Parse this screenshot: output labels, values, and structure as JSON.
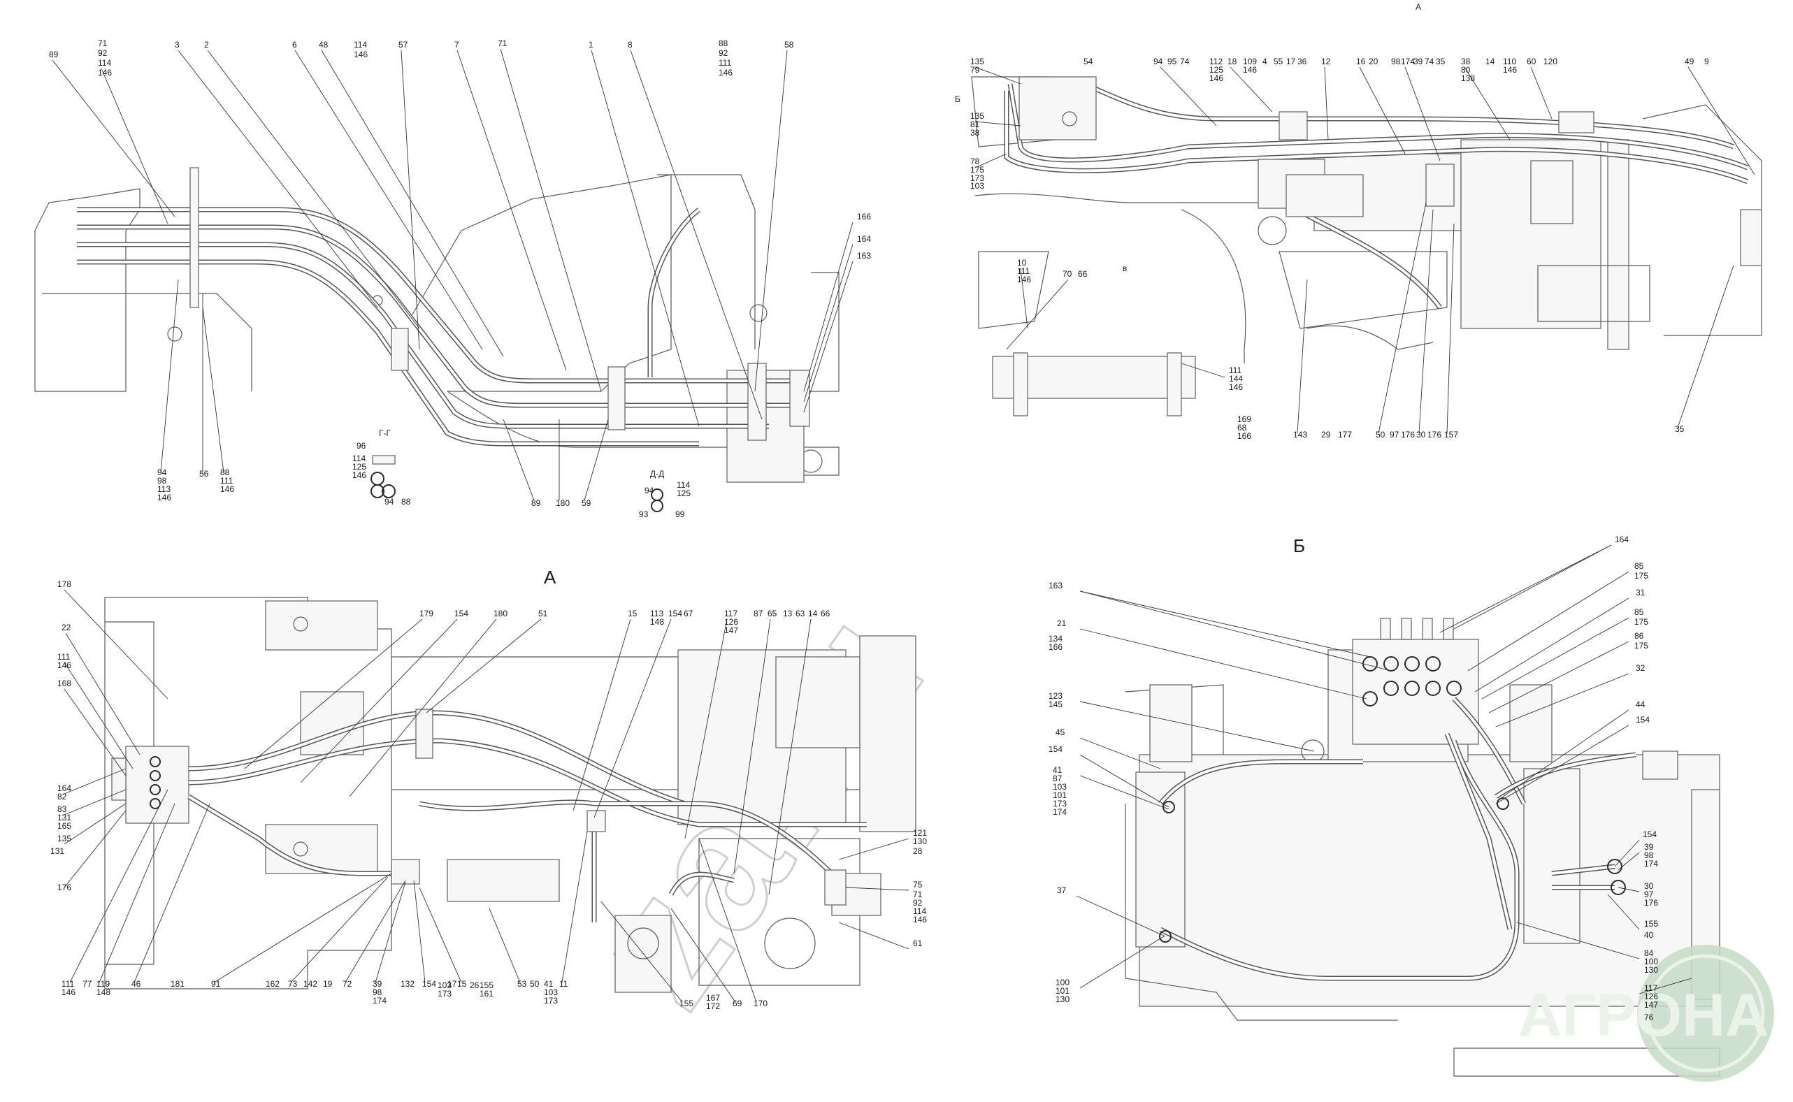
{
  "views": {
    "main_side": {
      "labels": [
        "89",
        "71",
        "92",
        "114",
        "146",
        "3",
        "2",
        "6",
        "48",
        "114",
        "146",
        "57",
        "7",
        "71",
        "1",
        "8",
        "88",
        "92",
        "111",
        "146",
        "58",
        "166",
        "164",
        "163",
        "94",
        "98",
        "113",
        "146",
        "56",
        "88",
        "111",
        "146",
        "89",
        "180",
        "59"
      ]
    },
    "section_gg": {
      "title": "Г-Г",
      "labels": [
        "96",
        "114",
        "125",
        "146",
        "94",
        "88"
      ]
    },
    "section_dd": {
      "title": "Д-Д",
      "labels": [
        "94",
        "114",
        "125",
        "93",
        "99"
      ]
    },
    "top_right": {
      "marker": "А",
      "labels": [
        "135",
        "79",
        "54",
        "94",
        "95",
        "74",
        "112",
        "125",
        "146",
        "18",
        "109",
        "146",
        "4",
        "55",
        "17",
        "36",
        "12",
        "16",
        "20",
        "98",
        "174",
        "39",
        "74",
        "35",
        "38",
        "80",
        "138",
        "14",
        "110",
        "146",
        "60",
        "120",
        "49",
        "9",
        "Б",
        "135",
        "81",
        "38",
        "78",
        "175",
        "173",
        "103",
        "10",
        "111",
        "146",
        "70",
        "66",
        "в",
        "111",
        "144",
        "146",
        "169",
        "68",
        "166",
        "143",
        "29",
        "177",
        "50",
        "97",
        "176",
        "30",
        "176",
        "157",
        "35"
      ]
    },
    "view_a": {
      "title": "А",
      "labels": [
        "178",
        "22",
        "111",
        "146",
        "168",
        "164",
        "82",
        "83",
        "131",
        "165",
        "135",
        "131",
        "176",
        "179",
        "154",
        "180",
        "51",
        "15",
        "113",
        "148",
        "154",
        "67",
        "117",
        "126",
        "147",
        "87",
        "65",
        "13",
        "63",
        "14",
        "66",
        "121",
        "130",
        "28",
        "75",
        "71",
        "92",
        "114",
        "146",
        "61",
        "111",
        "146",
        "77",
        "119",
        "148",
        "46",
        "181",
        "91",
        "162",
        "73",
        "142",
        "19",
        "72",
        "39",
        "98",
        "174",
        "132",
        "154",
        "103",
        "173",
        "17",
        "15",
        "26",
        "155",
        "161",
        "53",
        "50",
        "41",
        "103",
        "173",
        "11",
        "155",
        "167",
        "172",
        "69",
        "170"
      ]
    },
    "view_b": {
      "title": "Б",
      "labels": [
        "164",
        "163",
        "85",
        "175",
        "21",
        "134",
        "166",
        "31",
        "85",
        "175",
        "86",
        "175",
        "32",
        "123",
        "145",
        "44",
        "45",
        "154",
        "154",
        "41",
        "87",
        "103",
        "101",
        "173",
        "174",
        "37",
        "154",
        "39",
        "98",
        "174",
        "30",
        "97",
        "176",
        "155",
        "40",
        "84",
        "100",
        "130",
        "100",
        "101",
        "130",
        "117",
        "126",
        "147",
        "76"
      ]
    },
    "stamp": {
      "text": "АГРОНА"
    },
    "watermark": {
      "text": "za.ru"
    }
  },
  "colors": {
    "line": "#5a5a5a",
    "hose": "#555555",
    "stamp_bg": "#9fbf9f",
    "stamp_text": "#eaf2ea"
  }
}
